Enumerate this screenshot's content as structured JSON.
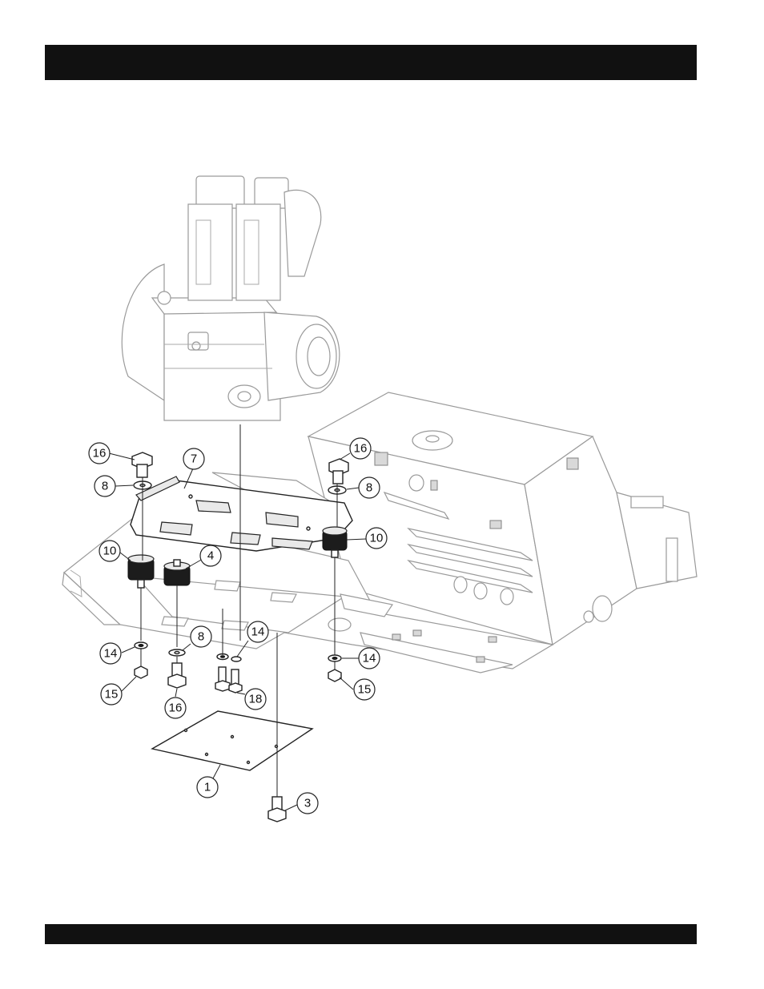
{
  "callouts": [
    {
      "id": "c16a",
      "label": "16"
    },
    {
      "id": "c7",
      "label": "7"
    },
    {
      "id": "c8a",
      "label": "8"
    },
    {
      "id": "c16b",
      "label": "16"
    },
    {
      "id": "c8b",
      "label": "8"
    },
    {
      "id": "c10a",
      "label": "10"
    },
    {
      "id": "c4",
      "label": "4"
    },
    {
      "id": "c10b",
      "label": "10"
    },
    {
      "id": "c8c",
      "label": "8"
    },
    {
      "id": "c14a",
      "label": "14"
    },
    {
      "id": "c14b",
      "label": "14"
    },
    {
      "id": "c14c",
      "label": "14"
    },
    {
      "id": "c15a",
      "label": "15"
    },
    {
      "id": "c15b",
      "label": "15"
    },
    {
      "id": "c16c",
      "label": "16"
    },
    {
      "id": "c18",
      "label": "18"
    },
    {
      "id": "c1",
      "label": "1"
    },
    {
      "id": "c3",
      "label": "3"
    }
  ]
}
